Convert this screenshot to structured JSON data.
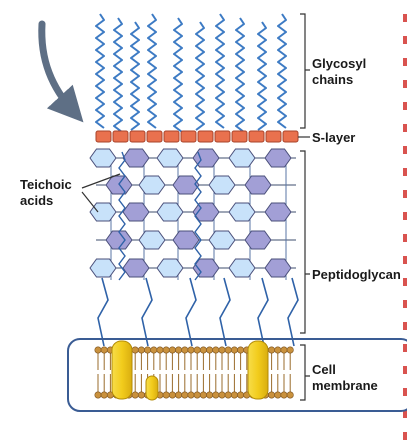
{
  "diagram": {
    "labels": {
      "glycosyl": [
        "Glycosyl",
        "chains"
      ],
      "s_layer": "S-layer",
      "teichoic": [
        "Teichoic",
        "acids"
      ],
      "peptidoglycan": "Peptidoglycan",
      "membrane": [
        "Cell",
        "membrane"
      ]
    },
    "colors": {
      "chain": "#3d7bc4",
      "s_layer_fill": "#e9714e",
      "s_layer_edge": "#a8432a",
      "nag_fill": "#c8e2fa",
      "nam_fill": "#a29fd6",
      "hex_edge": "#4a4f7a",
      "lipid_head": "#c9913d",
      "lipid_tail": "#9a6b2b",
      "protein": "#f2cc1c",
      "membrane_box": "#3a5c94",
      "arrow": "#5e6f85"
    }
  }
}
